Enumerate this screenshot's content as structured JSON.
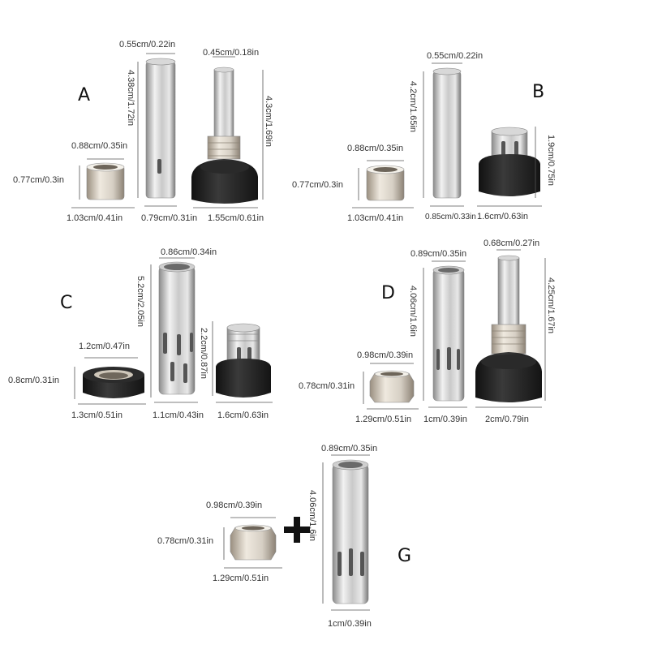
{
  "groups": {
    "A": {
      "letter": "A",
      "nut_top": "0.88cm/0.35in",
      "nut_left": "0.77cm/0.3in",
      "nut_bottom": "1.03cm/0.41in",
      "tube_top": "0.55cm/0.22in",
      "tube_side": "4.38cm/1.72in",
      "tube_bottom": "0.79cm/0.31in",
      "handle_top": "0.45cm/0.18in",
      "handle_side": "4.3cm/1.69in",
      "handle_bottom": "1.55cm/0.61in"
    },
    "B": {
      "letter": "B",
      "nut_top": "0.88cm/0.35in",
      "nut_left": "0.77cm/0.3in",
      "nut_bottom": "1.03cm/0.41in",
      "tube_top": "0.55cm/0.22in",
      "tube_side": "4.2cm/1.65in",
      "tube_bottom": "0.85cm/0.33in",
      "base_side": "1.9cm/0.75in",
      "base_bottom": "1.6cm/0.63in"
    },
    "C": {
      "letter": "C",
      "nut_top": "1.2cm/0.47in",
      "nut_left": "0.8cm/0.31in",
      "nut_bottom": "1.3cm/0.51in",
      "tube_top": "0.86cm/0.34in",
      "tube_side": "5.2cm/2.05in",
      "tube_bottom": "1.1cm/0.43in",
      "base_side": "2.2cm/0.87in",
      "base_bottom": "1.6cm/0.63in"
    },
    "D": {
      "letter": "D",
      "nut_top": "0.98cm/0.39in",
      "nut_left": "0.78cm/0.31in",
      "nut_bottom": "1.29cm/0.51in",
      "tube_top": "0.89cm/0.35in",
      "tube_side": "4.06cm/1.6in",
      "tube_bottom": "1cm/0.39in",
      "handle_top": "0.68cm/0.27in",
      "handle_side": "4.25cm/1.67in",
      "handle_bottom": "2cm/0.79in"
    },
    "G": {
      "letter": "G",
      "nut_top": "0.98cm/0.39in",
      "nut_left": "0.78cm/0.31in",
      "nut_bottom": "1.29cm/0.51in",
      "tube_top": "0.89cm/0.35in",
      "tube_side": "4.06cm/1.6in",
      "tube_bottom": "1cm/0.39in"
    }
  },
  "colors": {
    "metal_light": "#f2f2f2",
    "metal_dark": "#8a8a8a",
    "rubber": "#1e1e1e"
  }
}
